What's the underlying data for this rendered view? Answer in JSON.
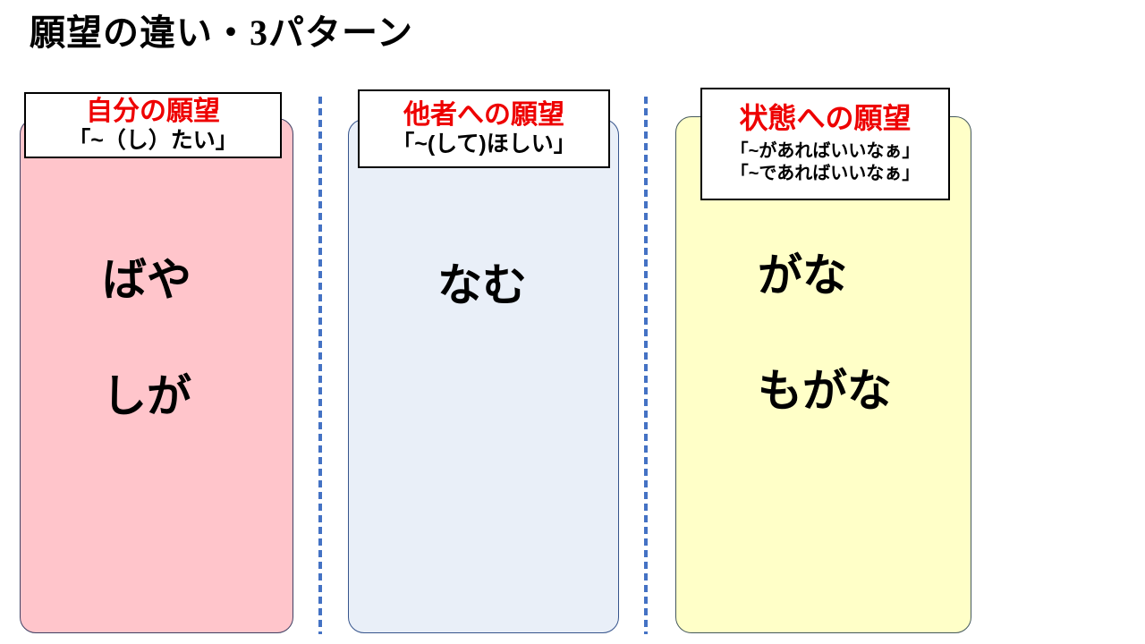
{
  "slide": {
    "title": "願望の違い・3パターン"
  },
  "colors": {
    "header_text_red": "#EE0000",
    "header_border": "#000000",
    "dash_blue": "#4472C4",
    "text_black": "#000000"
  },
  "columns": [
    {
      "name": "自分の願望",
      "pattern_lines": [
        "「~（し）たい」"
      ],
      "words": [
        "ばや",
        "しが"
      ],
      "fill": "#FFC5CB",
      "border": "#3F3F63"
    },
    {
      "name": "他者への願望",
      "pattern_lines": [
        "「~(して)ほしい」"
      ],
      "words": [
        "なむ"
      ],
      "fill": "#E9EFF8",
      "border": "#36548C"
    },
    {
      "name": "状態への願望",
      "pattern_lines": [
        "「~があればいいなぁ」",
        "「~であればいいなぁ」"
      ],
      "words": [
        "がな",
        "もがな"
      ],
      "fill": "#FFFFC8",
      "border": "#44585C"
    }
  ]
}
